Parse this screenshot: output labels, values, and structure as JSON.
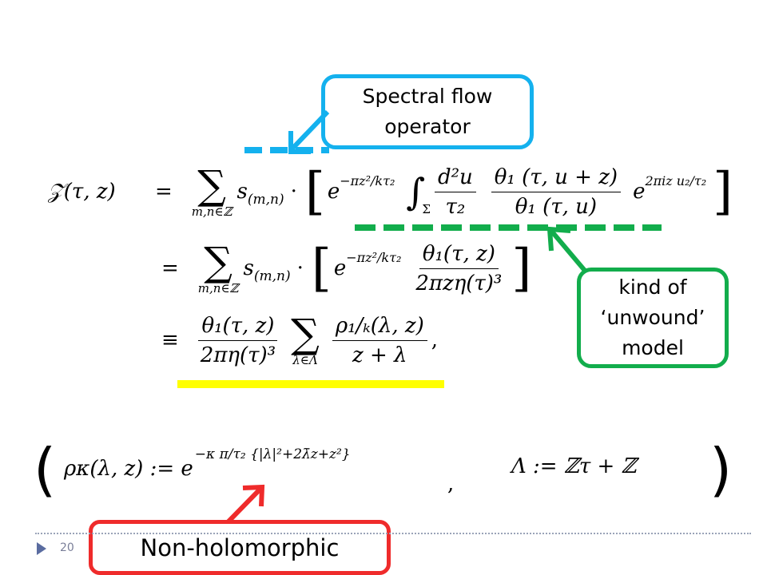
{
  "callouts": {
    "spectral_flow": [
      "Spectral flow",
      "operator"
    ],
    "unwound": [
      "kind of",
      "‘unwound’",
      "model"
    ],
    "non_holomorphic": "Non-holomorphic"
  },
  "page_number": "20",
  "colors": {
    "blue": "#14b1ee",
    "green": "#12ad4c",
    "red": "#ef2b2b",
    "yellow_highlight": "#ffff00"
  },
  "equations": {
    "lhs": "𝒵(τ, z)",
    "eq1_rel": "=",
    "eq2_rel": "=",
    "eq3_rel": "≡",
    "sum_mn_limits": "m,n∈ℤ",
    "sum_lambda_limits": "λ∈Λ",
    "s_mn": "s",
    "s_mn_sub": "(m,n)",
    "theta_int_num": "θ₁ (τ, u + z)",
    "theta_int_den": "θ₁ (τ, u)",
    "d2u": "d²u",
    "tau2": "τ₂",
    "theta_tz": "θ₁(τ, z)",
    "den_eq2": "2πzη(τ)³",
    "den_eq3": "2πη(τ)³",
    "rho_num": "ρ₁/ₖ(λ, z)",
    "rho_den": "z + λ",
    "rho_def_lhs": "ρκ(λ, z) := e",
    "rho_def_exp": "−κ π/τ₂ {|λ|²+2λ̄z+z²}",
    "lattice_def": "Λ := ℤτ + ℤ",
    "comma": ","
  }
}
